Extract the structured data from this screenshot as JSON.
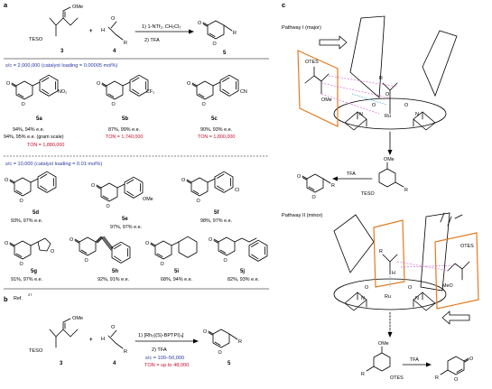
{
  "panels": {
    "a": "a",
    "b": "b",
    "c": "c"
  },
  "scheme_a": {
    "compound_left": "3",
    "compound_right": "4",
    "product": "5",
    "plus": "+",
    "step1": "1) 1-NTf₂, CH₂Cl₂",
    "step2": "2) TFA",
    "label_tesO": "TESO",
    "label_ome": "OMe",
    "label_h": "H",
    "label_r": "R",
    "label_o": "O"
  },
  "section1": {
    "header": "s/c = 2,000,000 (catalyst loading = 0.00005 mol%)",
    "items": [
      {
        "id": "5a",
        "line1": "94%, 94% e.e.",
        "line2": "94%, 95% e.e. (gram scale)",
        "ton": "TON = 1,880,000",
        "sub": "NO₂"
      },
      {
        "id": "5b",
        "line1": "87%, 99% e.e.",
        "ton": "TON = 1,740,000",
        "sub": "CF₃"
      },
      {
        "id": "5c",
        "line1": "90%, 93% e.e.",
        "ton": "TON = 1,800,000",
        "sub": "CN"
      }
    ]
  },
  "section2": {
    "header": "s/c = 10,000 (catalyst loading = 0.01 mol%)",
    "items": [
      {
        "id": "5d",
        "line1": "93%, 97% e.e."
      },
      {
        "id": "5e",
        "line1": "97%, 97% e.e.",
        "sub": "OMe"
      },
      {
        "id": "5f",
        "line1": "98%, 97% e.e.",
        "sub": "Cl"
      },
      {
        "id": "5g",
        "line1": "91%, 97% e.e."
      },
      {
        "id": "5h",
        "line1": "92%, 91% e.e."
      },
      {
        "id": "5i",
        "line1": "68%, 94% e.e."
      },
      {
        "id": "5j",
        "line1": "82%, 93% e.e."
      }
    ]
  },
  "scheme_b": {
    "ref": "Ref.",
    "ref_num": "27",
    "compound_left": "3",
    "compound_right": "4",
    "product": "5",
    "step1": "1) [Rh₂((S)-BPTPI)₄]",
    "step2": "2) TFA",
    "sc": "s/c = 100–50,000",
    "ton": "TON = up to 48,000"
  },
  "panel_c": {
    "pathway1": "Pathway I (major)",
    "pathway2": "Pathway II (minor)",
    "tfa": "TFA",
    "otes": "OTES",
    "ome": "OMe",
    "meo": "MeO",
    "teso": "TESO",
    "r": "R",
    "ru": "Ru",
    "n": "N",
    "o": "O",
    "h": "H"
  }
}
